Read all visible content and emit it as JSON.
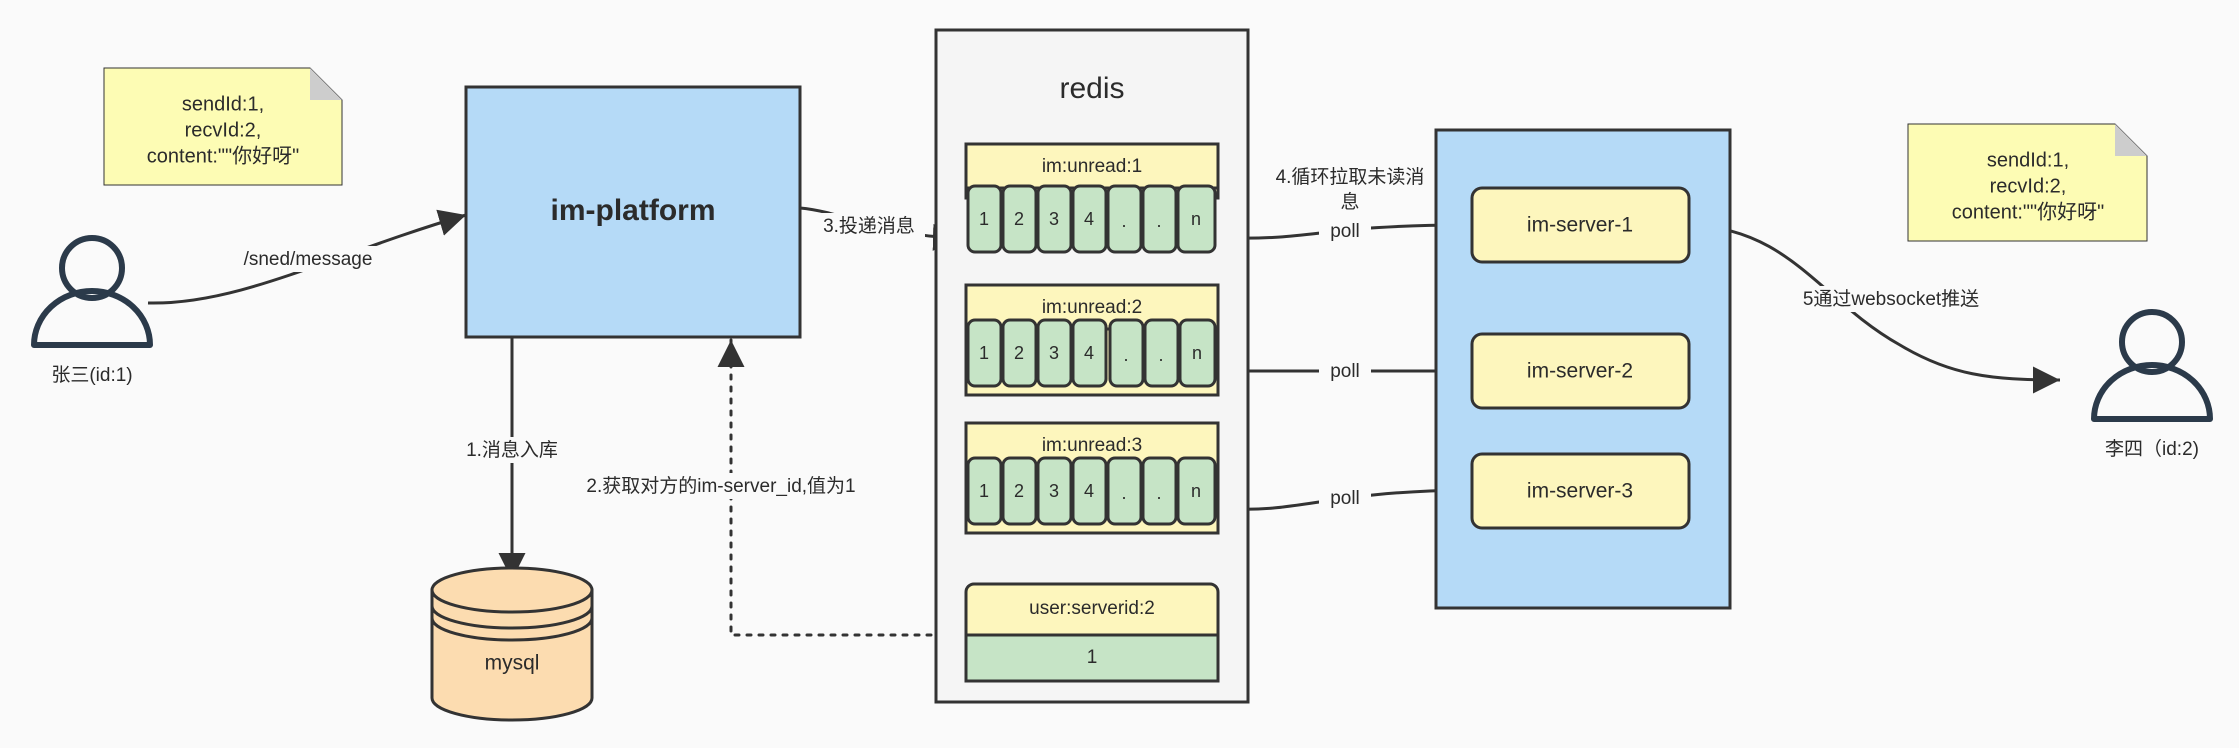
{
  "diagram": {
    "title": "IM message delivery architecture",
    "colors": {
      "background": "#fafafa",
      "stroke": "#333333",
      "note_fill": "#fdfcb4",
      "note_fold": "#cdcdcd",
      "platform_fill": "#b5daf7",
      "redis_fill": "#f5f5f5",
      "key_header_fill": "#fdf6bd",
      "cell_fill": "#c6e4c6",
      "server_fill": "#fdf6bd",
      "server_group_fill": "#b5daf7",
      "mysql_fill": "#fcdcb0",
      "actor_stroke": "#2b3a4a",
      "text": "#2b2b2b"
    }
  },
  "notes": {
    "left": {
      "name": "message-payload-note-left",
      "lines": [
        "sendId:1,",
        "recvId:2,",
        "content:\"\"你好呀\""
      ]
    },
    "right": {
      "name": "message-payload-note-right",
      "lines": [
        "sendId:1,",
        "recvId:2,",
        "content:\"\"你好呀\""
      ]
    }
  },
  "actors": {
    "sender": {
      "label": "张三(id:1)"
    },
    "receiver": {
      "label": "李四（id:2)"
    }
  },
  "platform": {
    "label": "im-platform"
  },
  "database": {
    "label": "mysql"
  },
  "redis": {
    "title": "redis",
    "keys": [
      {
        "key": "im:unread:1",
        "cells": [
          "1",
          "2",
          "3",
          "4",
          ".",
          ".",
          "n"
        ]
      },
      {
        "key": "im:unread:2",
        "cells": [
          "1",
          "2",
          "3",
          "4",
          ".",
          ".",
          "n"
        ]
      },
      {
        "key": "im:unread:3",
        "cells": [
          "1",
          "2",
          "3",
          "4",
          ".",
          ".",
          "n"
        ]
      }
    ],
    "serverid_key": {
      "key": "user:serverid:2",
      "value": "1"
    }
  },
  "servers": {
    "items": [
      {
        "label": "im-server-1"
      },
      {
        "label": "im-server-2"
      },
      {
        "label": "im-server-3"
      }
    ]
  },
  "edges": {
    "send_message": "/sned/message",
    "step1_persist": "1.消息入库",
    "step2_get_serverid": "2.获取对方的im-server_id,值为1",
    "step3_deliver": "3.投递消息",
    "step4_poll_line1": "4.循环拉取未读消",
    "step4_poll_line2": "息",
    "poll_1": "poll",
    "poll_2": "poll",
    "poll_3": "poll",
    "step5_push": "5通过websocket推送"
  }
}
